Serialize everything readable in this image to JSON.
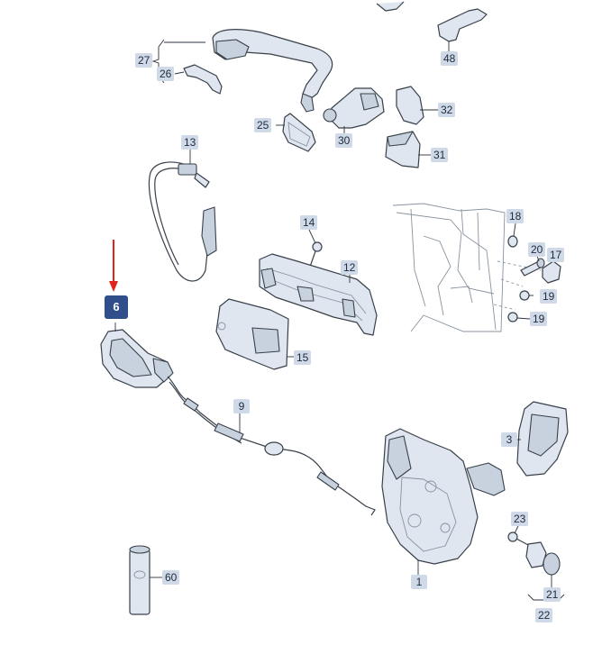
{
  "callouts": [
    {
      "id": "p48",
      "text": "48"
    },
    {
      "id": "p27",
      "text": "27"
    },
    {
      "id": "p26",
      "text": "26"
    },
    {
      "id": "p32",
      "text": "32"
    },
    {
      "id": "p25",
      "text": "25"
    },
    {
      "id": "p30",
      "text": "30"
    },
    {
      "id": "p13",
      "text": "13"
    },
    {
      "id": "p31",
      "text": "31"
    },
    {
      "id": "p18",
      "text": "18"
    },
    {
      "id": "p14",
      "text": "14"
    },
    {
      "id": "p20",
      "text": "20"
    },
    {
      "id": "p17",
      "text": "17"
    },
    {
      "id": "p12",
      "text": "12"
    },
    {
      "id": "p19a",
      "text": "19"
    },
    {
      "id": "p19b",
      "text": "19"
    },
    {
      "id": "p6",
      "text": "6"
    },
    {
      "id": "p15",
      "text": "15"
    },
    {
      "id": "p9",
      "text": "9"
    },
    {
      "id": "p3",
      "text": "3"
    },
    {
      "id": "p23",
      "text": "23"
    },
    {
      "id": "p1",
      "text": "1"
    },
    {
      "id": "p60",
      "text": "60"
    },
    {
      "id": "p21",
      "text": "21"
    },
    {
      "id": "p22",
      "text": "22"
    }
  ],
  "selected_part": "6",
  "colors": {
    "callout_bg": "#cfd9e8",
    "selected_bg": "#2f4e8a",
    "indicator_arrow": "#e0241b"
  }
}
